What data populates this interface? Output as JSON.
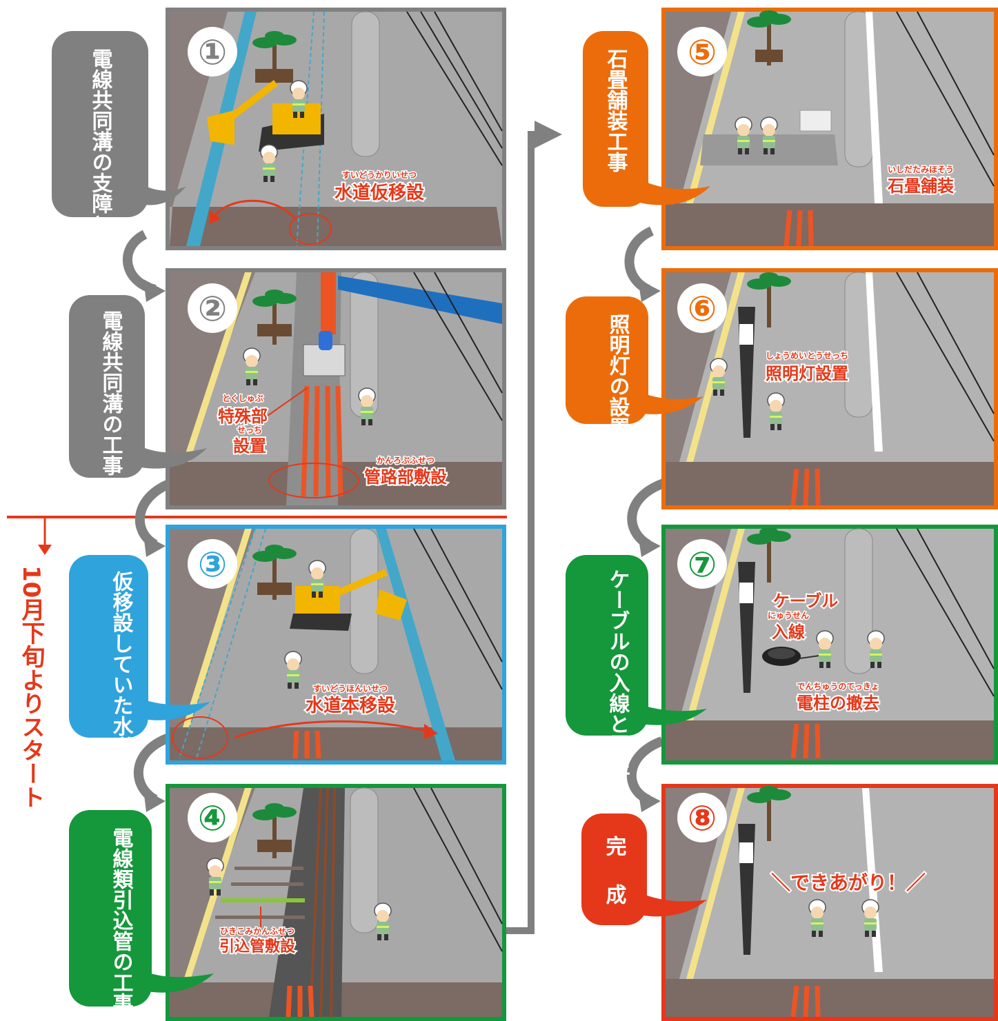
{
  "colors": {
    "gray": "#808080",
    "blue": "#2fa3dc",
    "green": "#15973b",
    "orange": "#ec6c0b",
    "red": "#e5381a",
    "road": "#a6a6a6",
    "soil": "#7b6b64",
    "pipe": "#ec5424",
    "water_pipe": "#43a7c9"
  },
  "milestone": {
    "label": "10月下旬よりスタート"
  },
  "steps": [
    {
      "number": "①",
      "caption": "電線共同溝の支障となる水道の仮移設",
      "labels": [
        {
          "ruby": "すいどうかりいせつ",
          "text": "水道仮移設"
        }
      ]
    },
    {
      "number": "②",
      "caption": "電線共同溝の工事",
      "labels": [
        {
          "ruby": "とくしゅぶ",
          "text": "特殊部"
        },
        {
          "ruby": "せっち",
          "text": "設置"
        },
        {
          "ruby": "かんろぶふせつ",
          "text": "管路部敷設"
        }
      ]
    },
    {
      "number": "③",
      "caption": "仮移設していた水道管の本移設",
      "labels": [
        {
          "ruby": "すいどうほんいせつ",
          "text": "水道本移設"
        }
      ]
    },
    {
      "number": "④",
      "caption": "電線類引込管の工事",
      "labels": [
        {
          "ruby": "ひきこみかんふせつ",
          "text": "引込管敷設"
        }
      ]
    },
    {
      "number": "⑤",
      "caption": "石畳舗装工事",
      "labels": [
        {
          "ruby": "いしだたみほそう",
          "text": "石畳舗装"
        }
      ]
    },
    {
      "number": "⑥",
      "caption": "照明灯の設置工事",
      "labels": [
        {
          "ruby": "しょうめいとうせっち",
          "text": "照明灯設置"
        }
      ]
    },
    {
      "number": "⑦",
      "caption": "ケーブルの入線と電柱の撤去",
      "labels": [
        {
          "ruby": "",
          "text": "ケーブル"
        },
        {
          "ruby": "にゅうせん",
          "text": "入線"
        },
        {
          "ruby": "でんちゅうのてっきょ",
          "text": "電柱の撤去"
        }
      ]
    },
    {
      "number": "⑧",
      "caption": "完成",
      "labels": [
        {
          "ruby": "",
          "text": "＼できあがり！／"
        }
      ]
    }
  ]
}
